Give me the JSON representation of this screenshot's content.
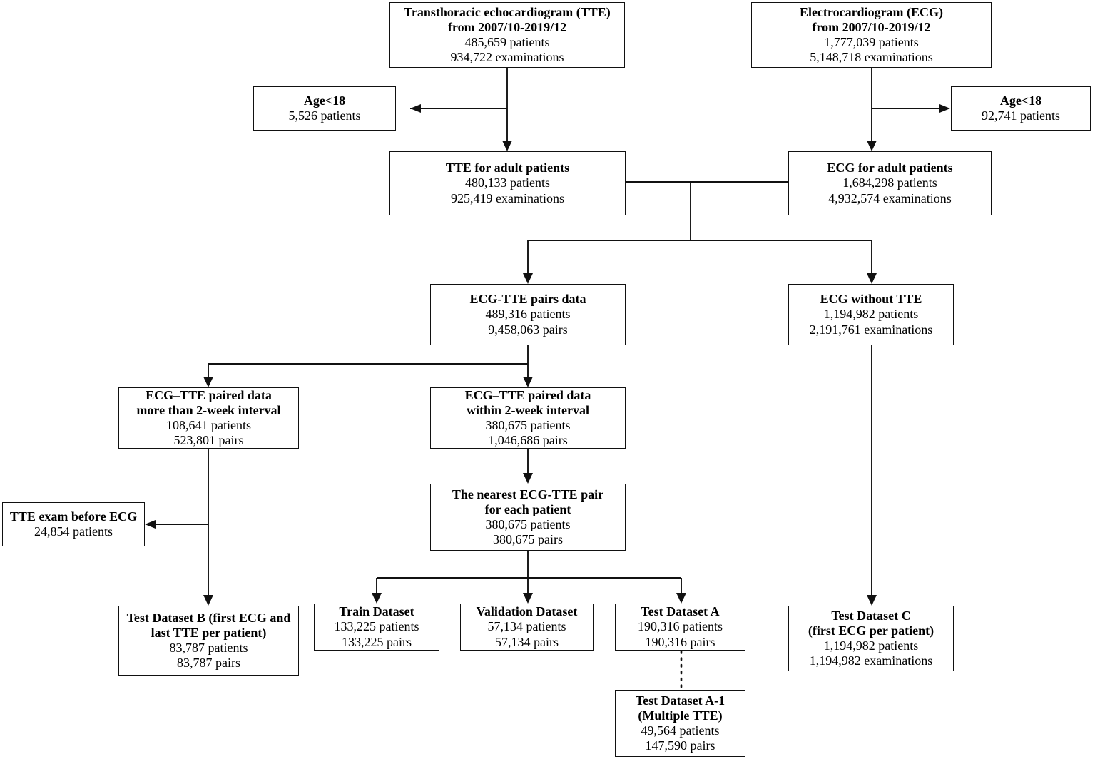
{
  "diagram": {
    "title": "ECG-TTE dataset construction flowchart",
    "line_color": "#111111",
    "box_fill": "#ffffff"
  },
  "nodes": {
    "tte_source": {
      "title1": "Transthoracic echocardiogram (TTE)",
      "title2": "from 2007/10-2019/12",
      "line1": "485,659 patients",
      "line2": "934,722  examinations"
    },
    "ecg_source": {
      "title1": "Electrocardiogram (ECG)",
      "title2": "from 2007/10-2019/12",
      "line1": "1,777,039 patients",
      "line2": "5,148,718  examinations"
    },
    "tte_age_excluded": {
      "title1": "Age<18",
      "line1": "5,526 patients"
    },
    "ecg_age_excluded": {
      "title1": "Age<18",
      "line1": "92,741 patients"
    },
    "tte_adult": {
      "title1": "TTE for adult patients",
      "line1": "480,133 patients",
      "line2": "925,419  examinations"
    },
    "ecg_adult": {
      "title1": "ECG for adult patients",
      "line1": "1,684,298 patients",
      "line2": "4,932,574  examinations"
    },
    "pairs_data": {
      "title1": "ECG-TTE pairs data",
      "line1": "489,316 patients",
      "line2": "9,458,063 pairs"
    },
    "ecg_without_tte": {
      "title1": "ECG without TTE",
      "line1": "1,194,982 patients",
      "line2": "2,191,761  examinations"
    },
    "paired_more_2w": {
      "title1": "ECG–TTE paired data",
      "title2": "more than 2-week interval",
      "line1": "108,641 patients",
      "line2": "523,801 pairs"
    },
    "paired_within_2w": {
      "title1": "ECG–TTE paired data",
      "title2": "within 2-week interval",
      "line1": "380,675 patients",
      "line2": "1,046,686 pairs"
    },
    "nearest_pair": {
      "title1": "The nearest ECG-TTE pair",
      "title2": "for each patient",
      "line1": "380,675 patients",
      "line2": "380,675 pairs"
    },
    "tte_before_ecg": {
      "title1": "TTE exam before ECG",
      "line1": "24,854 patients"
    },
    "test_b": {
      "title1": "Test Dataset B (first ECG and",
      "title2": "last TTE per patient)",
      "line1": "83,787 patients",
      "line2": "83,787 pairs"
    },
    "train": {
      "title1": "Train Dataset",
      "line1": "133,225 patients",
      "line2": "133,225 pairs"
    },
    "validation": {
      "title1": "Validation Dataset",
      "line1": "57,134 patients",
      "line2": "57,134 pairs"
    },
    "test_a": {
      "title1": "Test Dataset A",
      "line1": "190,316 patients",
      "line2": "190,316 pairs"
    },
    "test_c": {
      "title1": "Test Dataset C",
      "title2": "(first ECG per patient)",
      "line1": "1,194,982 patients",
      "line2": "1,194,982  examinations"
    },
    "test_a1": {
      "title1": "Test Dataset A-1",
      "title2": "(Multiple TTE)",
      "line1": "49,564 patients",
      "line2": "147,590 pairs"
    }
  }
}
